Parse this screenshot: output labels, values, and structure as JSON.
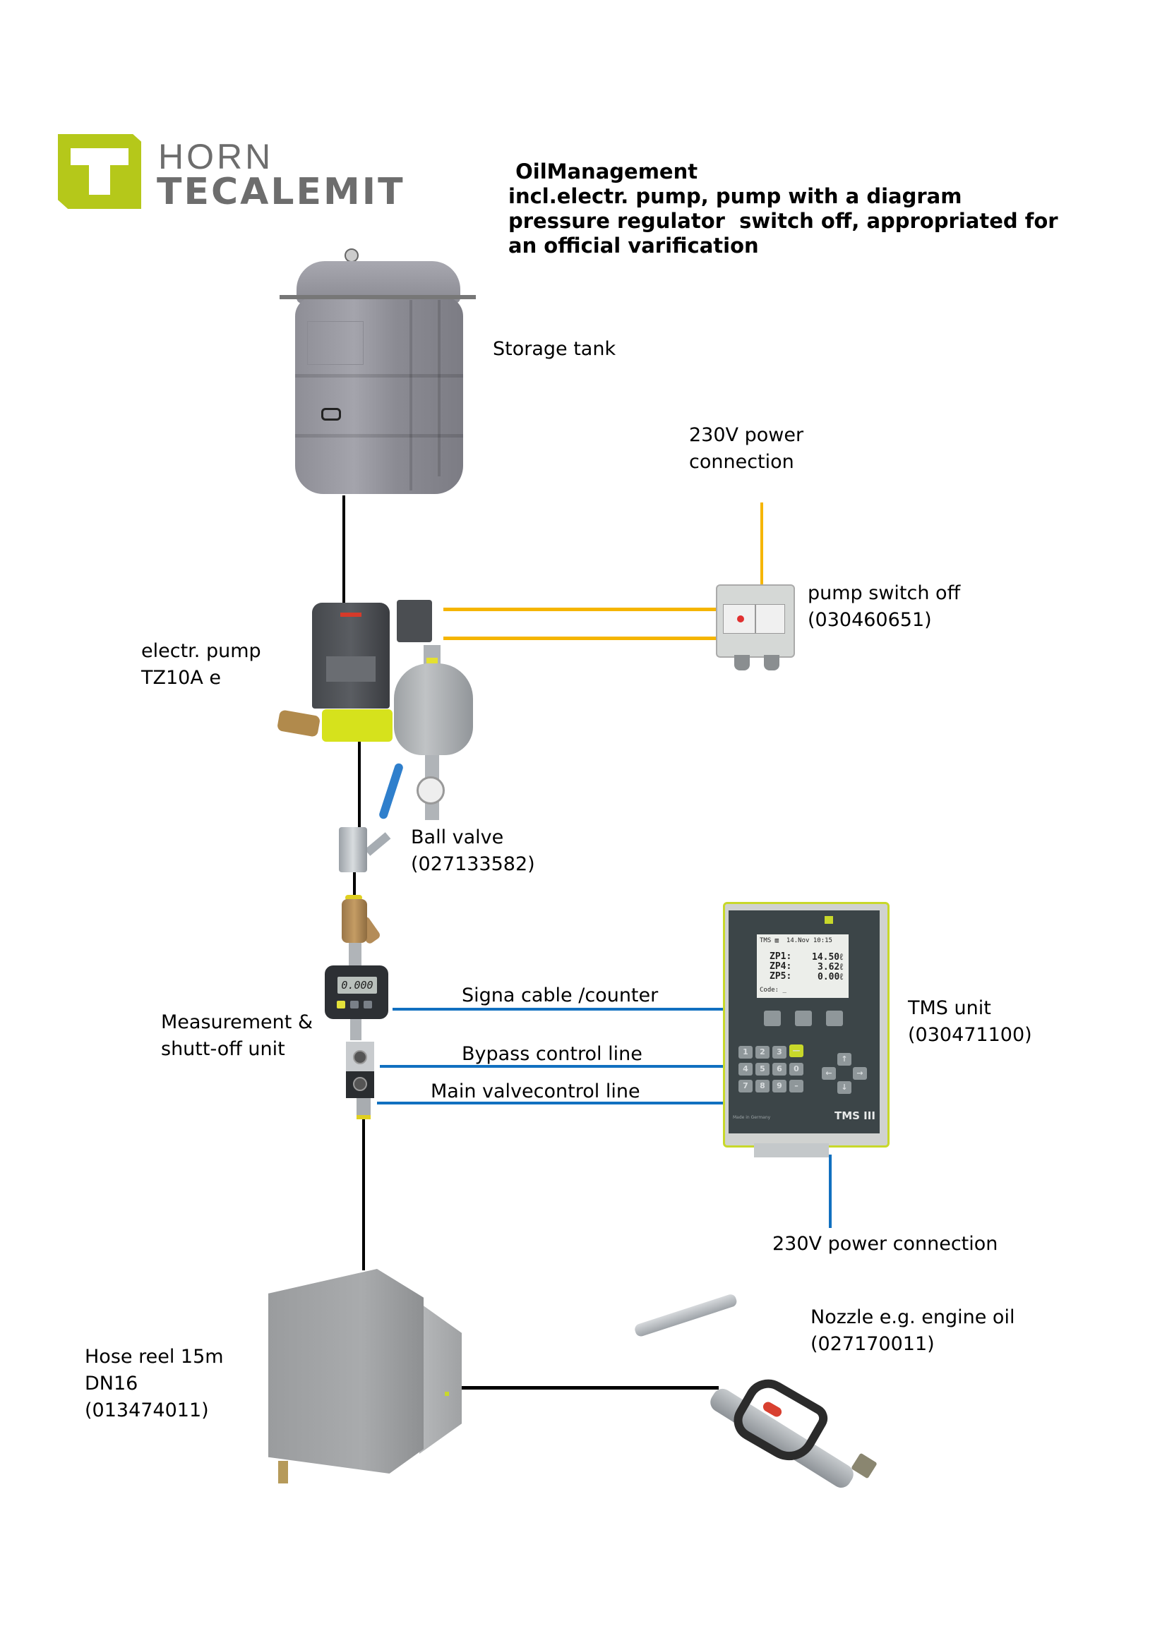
{
  "header": {
    "brand_line1": "HORN",
    "brand_line2": "TECALEMIT",
    "title_lines": [
      " OilManagement",
      "incl.electr. pump, pump with a diagram",
      "pressure regulator  switch off, appropriated for",
      "an official varification"
    ]
  },
  "components": {
    "storage_tank": {
      "label": "Storage tank"
    },
    "power_top": {
      "label_lines": [
        "230V power",
        "connection"
      ]
    },
    "pump_switch": {
      "label_lines": [
        "pump switch off",
        "(030460651)"
      ]
    },
    "pump": {
      "label_lines": [
        "electr. pump",
        "TZ10A e"
      ]
    },
    "ball_valve": {
      "label_lines": [
        "Ball valve",
        "(027133582)"
      ]
    },
    "measurement": {
      "label_lines": [
        "Measurement &",
        "shutt-off unit"
      ],
      "meter_display": "0.000"
    },
    "tms": {
      "label_lines": [
        "TMS unit",
        "(030471100)"
      ],
      "screen": {
        "header": "TMS ▥  14.Nov 10:15",
        "rows": [
          {
            "name": "ZP1:",
            "value": "14.50ℓ"
          },
          {
            "name": "ZP4:",
            "value": "3.62ℓ"
          },
          {
            "name": "ZP5:",
            "value": "0.00ℓ"
          }
        ],
        "code_prompt": "Code: _"
      },
      "keypad": [
        "1",
        "2",
        "3",
        "—",
        "4",
        "5",
        "6",
        "0",
        "7",
        "8",
        "9",
        "–"
      ],
      "arrows": [
        "↑",
        "←",
        "→",
        "↓"
      ],
      "model": "TMS III",
      "made_in": "Made in Germany"
    },
    "power_bottom": {
      "label": "230V power connection"
    },
    "hose_reel": {
      "label_lines": [
        "Hose reel 15m",
        "DN16",
        "(013474011)"
      ]
    },
    "nozzle": {
      "label_lines": [
        "Nozzle e.g. engine oil",
        "(027170011)"
      ]
    }
  },
  "connections": {
    "signal_cable": "Signa cable /counter",
    "bypass_line": "Bypass control line",
    "main_valve_line": "Main valvecontrol line"
  },
  "colors": {
    "brand_green": "#b5c81a",
    "power_wire": "#f5b500",
    "control_wire": "#1170c0",
    "pipe": "#000000"
  }
}
